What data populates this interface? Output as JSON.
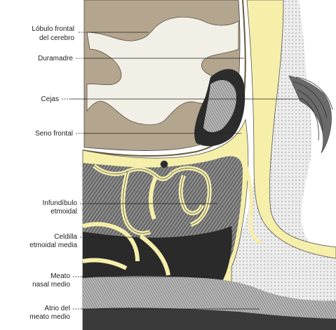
{
  "labels": [
    {
      "id": "lobulo",
      "lines": [
        "Lóbulo frontal",
        "del cerebro"
      ]
    },
    {
      "id": "duramadre",
      "lines": [
        "Duramadre"
      ]
    },
    {
      "id": "cejas",
      "lines": [
        "Cejas"
      ]
    },
    {
      "id": "seno",
      "lines": [
        "Seno frontal"
      ]
    },
    {
      "id": "infundibulo",
      "lines": [
        "Infundíbulo",
        "etmoidal"
      ]
    },
    {
      "id": "celdilla",
      "lines": [
        "Celdilla",
        "etmoidal media"
      ]
    },
    {
      "id": "meato",
      "lines": [
        "Meato",
        "nasal medio"
      ]
    },
    {
      "id": "atrio",
      "lines": [
        "Atrio del",
        "meato medio"
      ]
    }
  ],
  "colors": {
    "brain": "#b3a58e",
    "bone": "#f6efaa",
    "dark_tissue": "#2c2c2c",
    "hatch_tissue": "#7c7c7c",
    "hair": "#555555",
    "text": "#222222"
  }
}
